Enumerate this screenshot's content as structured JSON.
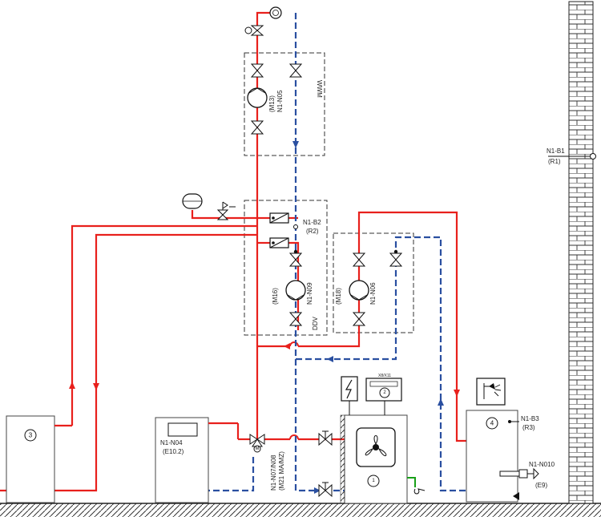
{
  "labels": {
    "wwm": "WWM",
    "ddv": "DDV",
    "b1_id": "N1-B1",
    "b1_sub": "(R1)",
    "b2_id": "N1-B2",
    "b2_sub": "(R2)",
    "b3_id": "N1-B3",
    "b3_sub": "(R3)",
    "m13_a": "(M13)",
    "m13_b": "N1-N05",
    "m16_a": "(M16)",
    "m16_b": "N1-N09",
    "m18_a": "(M18)",
    "m18_b": "N1-N06",
    "mixer_a": "N1-N07/N08",
    "mixer_b": "(M21 MA/MZ)",
    "ctrl_a": "N1-N04",
    "ctrl_b": "(E10.2)",
    "heater_a": "N1-N010",
    "heater_b": "(E9)",
    "x_label": "X8/X11",
    "n1": "1",
    "n2": "2",
    "n3": "3",
    "n4": "4",
    "m_label": "M"
  },
  "colors": {
    "flow": "#e8201c",
    "return": "#2a4fa0",
    "frame": "#444444",
    "drain": "#18a018"
  }
}
